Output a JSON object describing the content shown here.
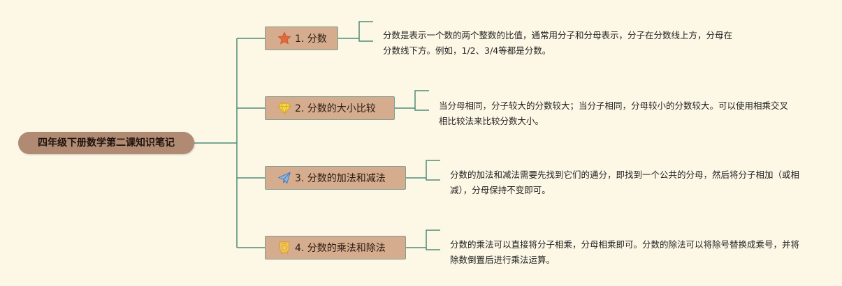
{
  "root": {
    "title": "四年级下册数学第二课知识笔记"
  },
  "colors": {
    "background": "#fdf8e6",
    "root_fill": "#b08a72",
    "topic_fill": "#d5ac8e",
    "connector": "#4e8c78"
  },
  "topics": [
    {
      "label": "1. 分数",
      "icon": "star-icon",
      "note": "分数是表示一个数的两个整数的比值，通常用分子和分母表示，分子在分数线上方，分母在分数线下方。例如，1/2、3/4等都是分数。"
    },
    {
      "label": "2. 分数的大小比较",
      "icon": "diamond-icon",
      "note": "当分母相同，分子较大的分数较大；当分子相同，分母较小的分数较大。可以使用相乘交叉相比较法来比较分数大小。"
    },
    {
      "label": "3. 分数的加法和减法",
      "icon": "paper-plane-icon",
      "note": "分数的加法和减法需要先找到它们的通分，即找到一个公共的分母，然后将分子相加（或相减），分母保持不变即可。"
    },
    {
      "label": "4. 分数的乘法和除法",
      "icon": "medal-icon",
      "note": "分数的乘法可以直接将分子相乘，分母相乘即可。分数的除法可以将除号替换成乘号，并将除数倒置后进行乘法运算。"
    }
  ]
}
